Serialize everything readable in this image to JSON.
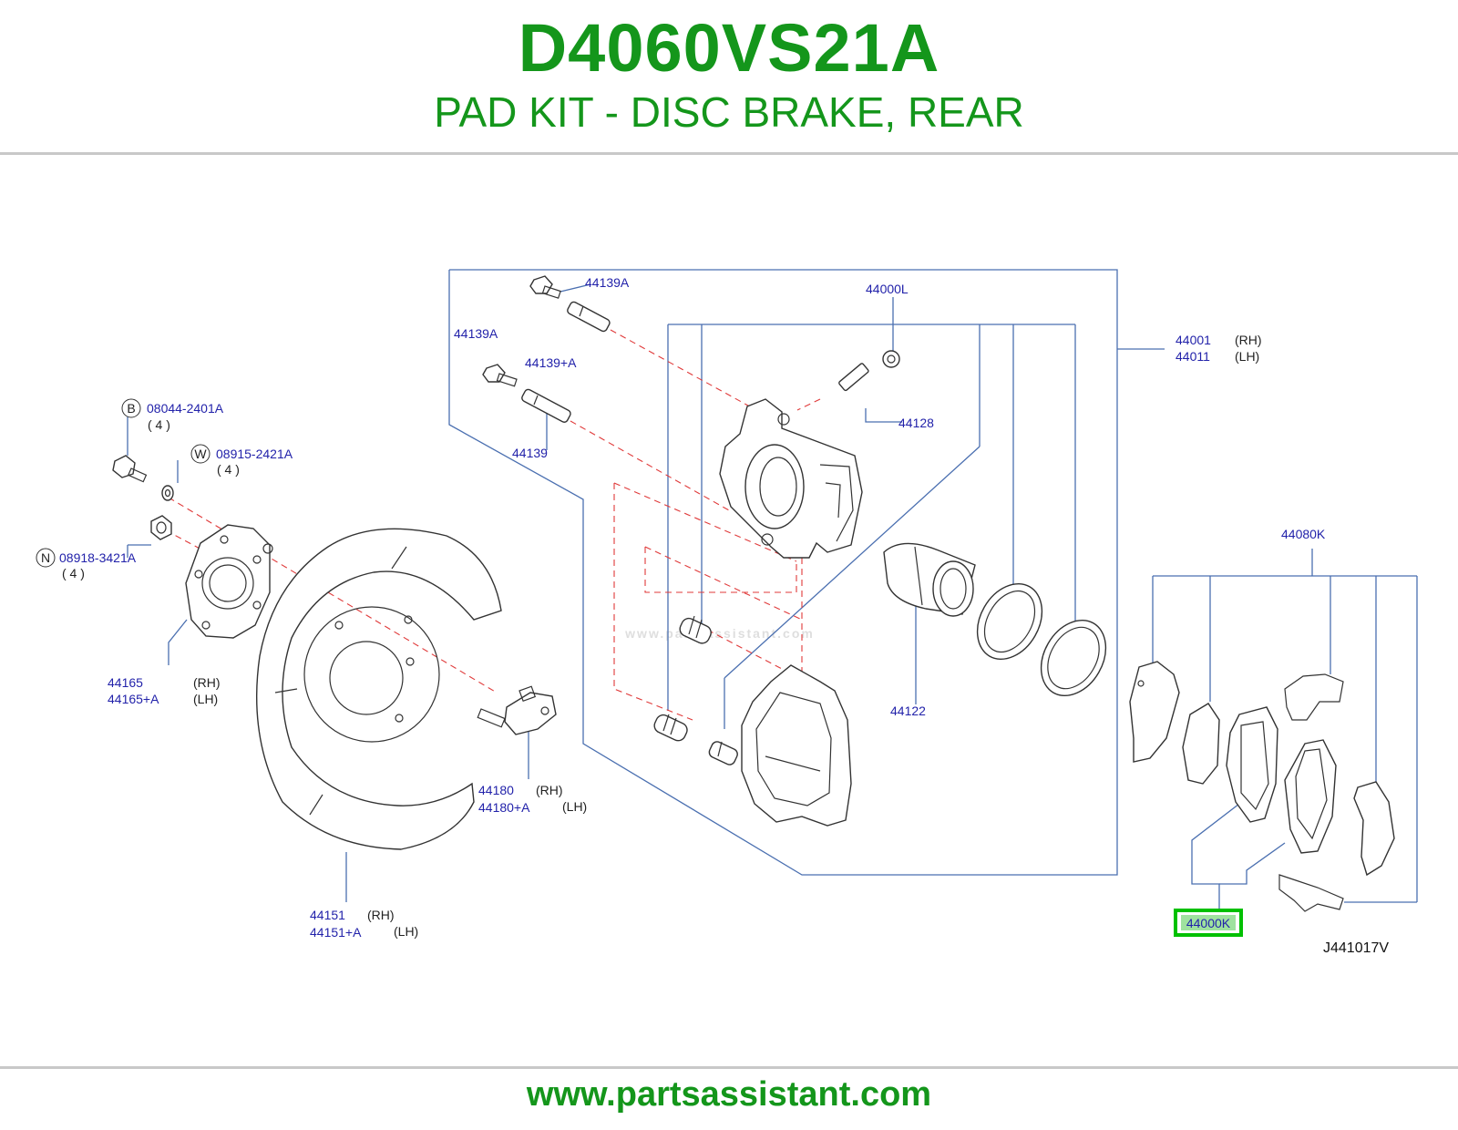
{
  "header": {
    "part_number": "D4060VS21A",
    "part_name": "PAD KIT - DISC BRAKE, REAR"
  },
  "footer": {
    "url": "www.partsassistant.com"
  },
  "watermark": "www.partsassistant.com",
  "diagram": {
    "diagram_code": "J441017V",
    "highlight_color": "#00c000",
    "callouts": {
      "c44139A_top": "44139A",
      "c44000L": "44000L",
      "c44139A_left": "44139A",
      "c44139plusA": "44139+A",
      "c44001": "44001",
      "c44001_side": "(RH)",
      "c44011": "44011",
      "c44011_side": "(LH)",
      "c44128": "44128",
      "c44139": "44139",
      "b_marker": "B",
      "c08044": "08044-2401A",
      "c08044_qty": "( 4 )",
      "w_marker": "W",
      "c08915": "08915-2421A",
      "c08915_qty": "( 4 )",
      "n_marker": "N",
      "c08918": "08918-3421A",
      "c08918_qty": "( 4    )",
      "c44080K": "44080K",
      "c44165": "44165",
      "c44165_side": "(RH)",
      "c44165A": "44165+A",
      "c44165A_side": "(LH)",
      "c44122": "44122",
      "c44180": "44180",
      "c44180_side": "(RH)",
      "c44180A": "44180+A",
      "c44180A_side": "(LH)",
      "c44151": "44151",
      "c44151_side": "(RH)",
      "c44151A": "44151+A",
      "c44151A_side": "(LH)",
      "c44000K": "44000K"
    }
  }
}
